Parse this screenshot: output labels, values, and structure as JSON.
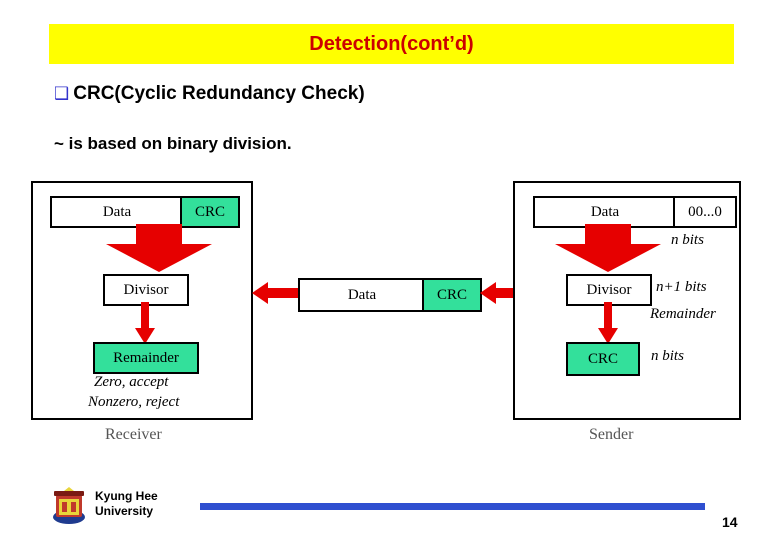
{
  "slide": {
    "title": "Detection(cont’d)",
    "bullet": {
      "glyph": "❑",
      "text": "CRC(Cyclic Redundancy Check)"
    },
    "subline": "~ is based on binary division."
  },
  "figure": {
    "left_panel": {
      "caption": "Receiver",
      "boxes": {
        "data": "Data",
        "crc": "CRC",
        "divisor": "Divisor",
        "remainder": "Remainder"
      },
      "notes": [
        "Zero, accept",
        "Nonzero, reject"
      ]
    },
    "middle": {
      "data": "Data",
      "crc": "CRC"
    },
    "right_panel": {
      "caption": "Sender",
      "boxes": {
        "data": "Data",
        "zeros": "00...0",
        "divisor": "Divisor",
        "crc": "CRC"
      },
      "labels": {
        "n_bits_top": "n bits",
        "n_plus_1_bits": "n+1 bits",
        "remainder": "Remainder",
        "n_bits_bottom": "n bits"
      }
    }
  },
  "footer": {
    "university_line1": "Kyung Hee",
    "university_line2": "University",
    "page_number": "14"
  },
  "colors": {
    "title_bg": "#ffff00",
    "title_fg": "#cc0000",
    "bullet": "#3333cc",
    "arrow_red": "#e60000",
    "green_box": "#33e09b",
    "footer_rule": "#2f4fd0"
  }
}
